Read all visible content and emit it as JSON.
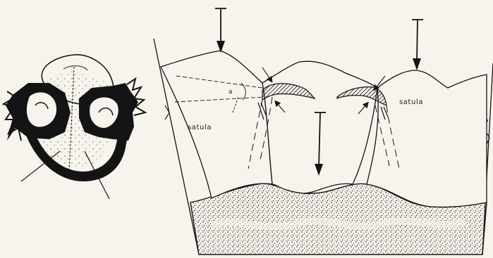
{
  "labels": {
    "saddle_left": "satula",
    "saddle_right": "satula",
    "angle_marker": "a"
  },
  "colors": {
    "background": "#f6f4ec",
    "ink": "#141414"
  }
}
